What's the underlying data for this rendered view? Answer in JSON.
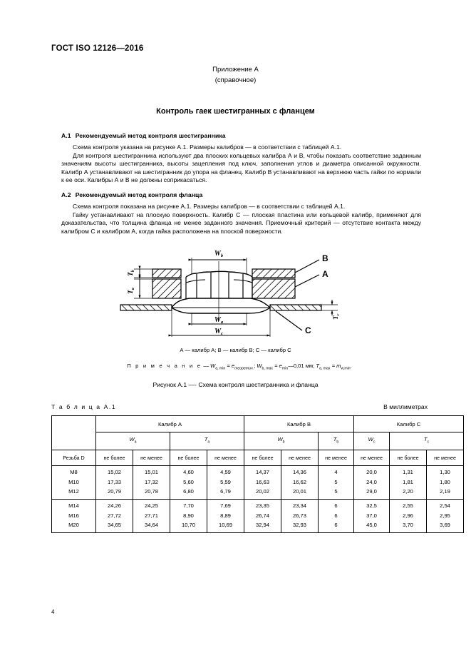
{
  "document": {
    "standard_id": "ГОСТ ISO 12126—2016",
    "page_number": "4"
  },
  "annex": {
    "title": "Приложение А",
    "subtitle": "(справочное)",
    "heading": "Контроль гаек шестигранных с фланцем"
  },
  "sections": [
    {
      "number": "А.1",
      "heading": "Рекомендуемый метод контроля шестигранника",
      "para1": "Схема контроля указана на рисунке А.1. Размеры калибров —  в соответствии с таблицей А.1.",
      "para2": "Для контроля шестигранника используют два плоских кольцевых калибра А и В, чтобы показать соответствие заданным значениям высоты шестигранника, высоты зацепления под ключ, заполнения углов и диаметра описанной окружности. Калибр А устанавливают на шестигранник до упора на фланец. Калибр В устанавливают на верхнюю часть гайки по нормали к ее оси. Калибры А и В не должны соприкасаться."
    },
    {
      "number": "А.2",
      "heading": "Рекомендуемый метод контроля фланца",
      "para1": "Схема контроля показана на рисунке А.1. Размеры калибров —  в соответствии с таблицей А.1.",
      "para2": "Гайку устанавливают на плоскую поверхность. Калибр С —  плоская пластина или кольцевой калибр, применяют для доказательства, что толщина фланца не менее заданного значения. Приемочный критерий —  отсутствие контакта между калибром С и калибром А, когда гайка расположена на плоской поверхности."
    }
  ],
  "figure": {
    "labels": {
      "w_b": "W",
      "w_b_sub": "b",
      "w_a": "W",
      "w_a_sub": "a",
      "w_c": "W",
      "w_c_sub": "c",
      "t_a": "T",
      "t_a_sub": "a",
      "t_b": "T",
      "t_b_sub": "b",
      "t_c": "T",
      "t_c_sub": "c",
      "gauge_a": "A",
      "gauge_b": "B",
      "gauge_c": "C"
    },
    "key": "А —  калибр А; В —  калибр В; С —  калибр С",
    "note_label": "П р и м е ч а н и е",
    "note_dash": "—",
    "note_body_1": "W",
    "note_body_1_sub": "a, min",
    "note_eq_1": " = e",
    "note_eq_1_sub": "теоретич.",
    "note_sep_1": "; ",
    "note_body_2": "W",
    "note_body_2_sub": "b, max",
    "note_eq_2": " = e",
    "note_eq_2_sub": "min",
    "note_eq_2_tail": "—0,01 мм; ",
    "note_body_3": "T",
    "note_body_3_sub": "a, max",
    "note_eq_3": " = m",
    "note_eq_3_sub": "w,min",
    "note_end": ".",
    "caption": "Рисунок А.1 —- Схема контроля шестигранника и фланца"
  },
  "table": {
    "label": "Т а б л и ц а А.1",
    "units": "В миллиметрах",
    "group_headers": [
      "Калибр А",
      "Калибр В",
      "Калибр С"
    ],
    "row_header": "Резьба D",
    "symbols": [
      {
        "base": "W",
        "sub": "a"
      },
      {
        "base": "T",
        "sub": "a"
      },
      {
        "base": "W",
        "sub": "b"
      },
      {
        "base": "T",
        "sub": "b"
      },
      {
        "base": "W",
        "sub": "c"
      },
      {
        "base": "T",
        "sub": "c"
      }
    ],
    "limit_headers": [
      "не более",
      "не менее",
      "не более",
      "не менее",
      "не более",
      "не менее",
      "не менее",
      "не менее",
      "не более",
      "не менее"
    ],
    "rows": [
      {
        "thread": "M8",
        "values": [
          "15,02",
          "15,01",
          "4,60",
          "4,59",
          "14,37",
          "14,36",
          "4",
          "20,0",
          "1,31",
          "1,30"
        ]
      },
      {
        "thread": "M10",
        "values": [
          "17,33",
          "17,32",
          "5,60",
          "5,59",
          "16,63",
          "16,62",
          "5",
          "24,0",
          "1,81",
          "1,80"
        ]
      },
      {
        "thread": "M12",
        "values": [
          "20,79",
          "20,78",
          "6,80",
          "6,79",
          "20,02",
          "20,01",
          "5",
          "29,0",
          "2,20",
          "2,19"
        ]
      },
      {
        "thread": "M14",
        "values": [
          "24,26",
          "24,25",
          "7,70",
          "7,69",
          "23,35",
          "23,34",
          "6",
          "32,5",
          "2,55",
          "2,54"
        ]
      },
      {
        "thread": "M16",
        "values": [
          "27,72",
          "27,71",
          "8,90",
          "8,89",
          "26,74",
          "26,73",
          "6",
          "37,0",
          "2,96",
          "2,95"
        ]
      },
      {
        "thread": "M20",
        "values": [
          "34,65",
          "34,64",
          "10,70",
          "10,69",
          "32,94",
          "32,93",
          "6",
          "45,0",
          "3,70",
          "3,69"
        ]
      }
    ]
  }
}
